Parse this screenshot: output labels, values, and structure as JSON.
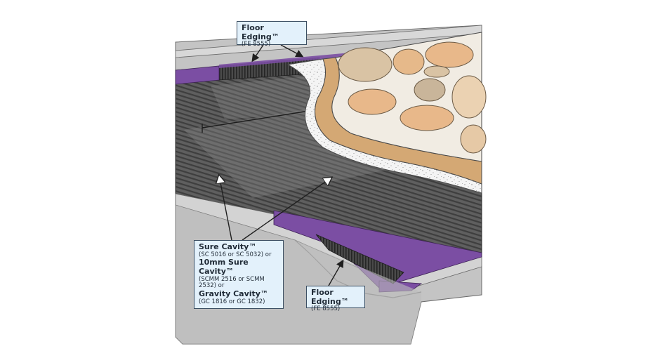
{
  "labels": {
    "top": {
      "name": "Floor Edging™",
      "code": "(FE 8555)"
    },
    "bottom": {
      "name": "Floor Edging™",
      "code": "(FE 8555)"
    },
    "cavity": [
      {
        "name": "Sure Cavity™",
        "code": "(SC 5016 or SC 5032) or"
      },
      {
        "name": "10mm Sure Cavity™",
        "code": "(SCMM 2516 or SCMM 2532) or"
      },
      {
        "name": "Gravity Cavity™",
        "code": "(GC 1816 or GC 1832)"
      }
    ]
  },
  "colors": {
    "membrane": "#7b4ea3",
    "cavity_board": "#5d5d5d",
    "concrete": "#bdbdbd",
    "stone": "#e8c79f",
    "mortar": "#f3f3f3",
    "callout_fill": "#e3f1fb"
  }
}
